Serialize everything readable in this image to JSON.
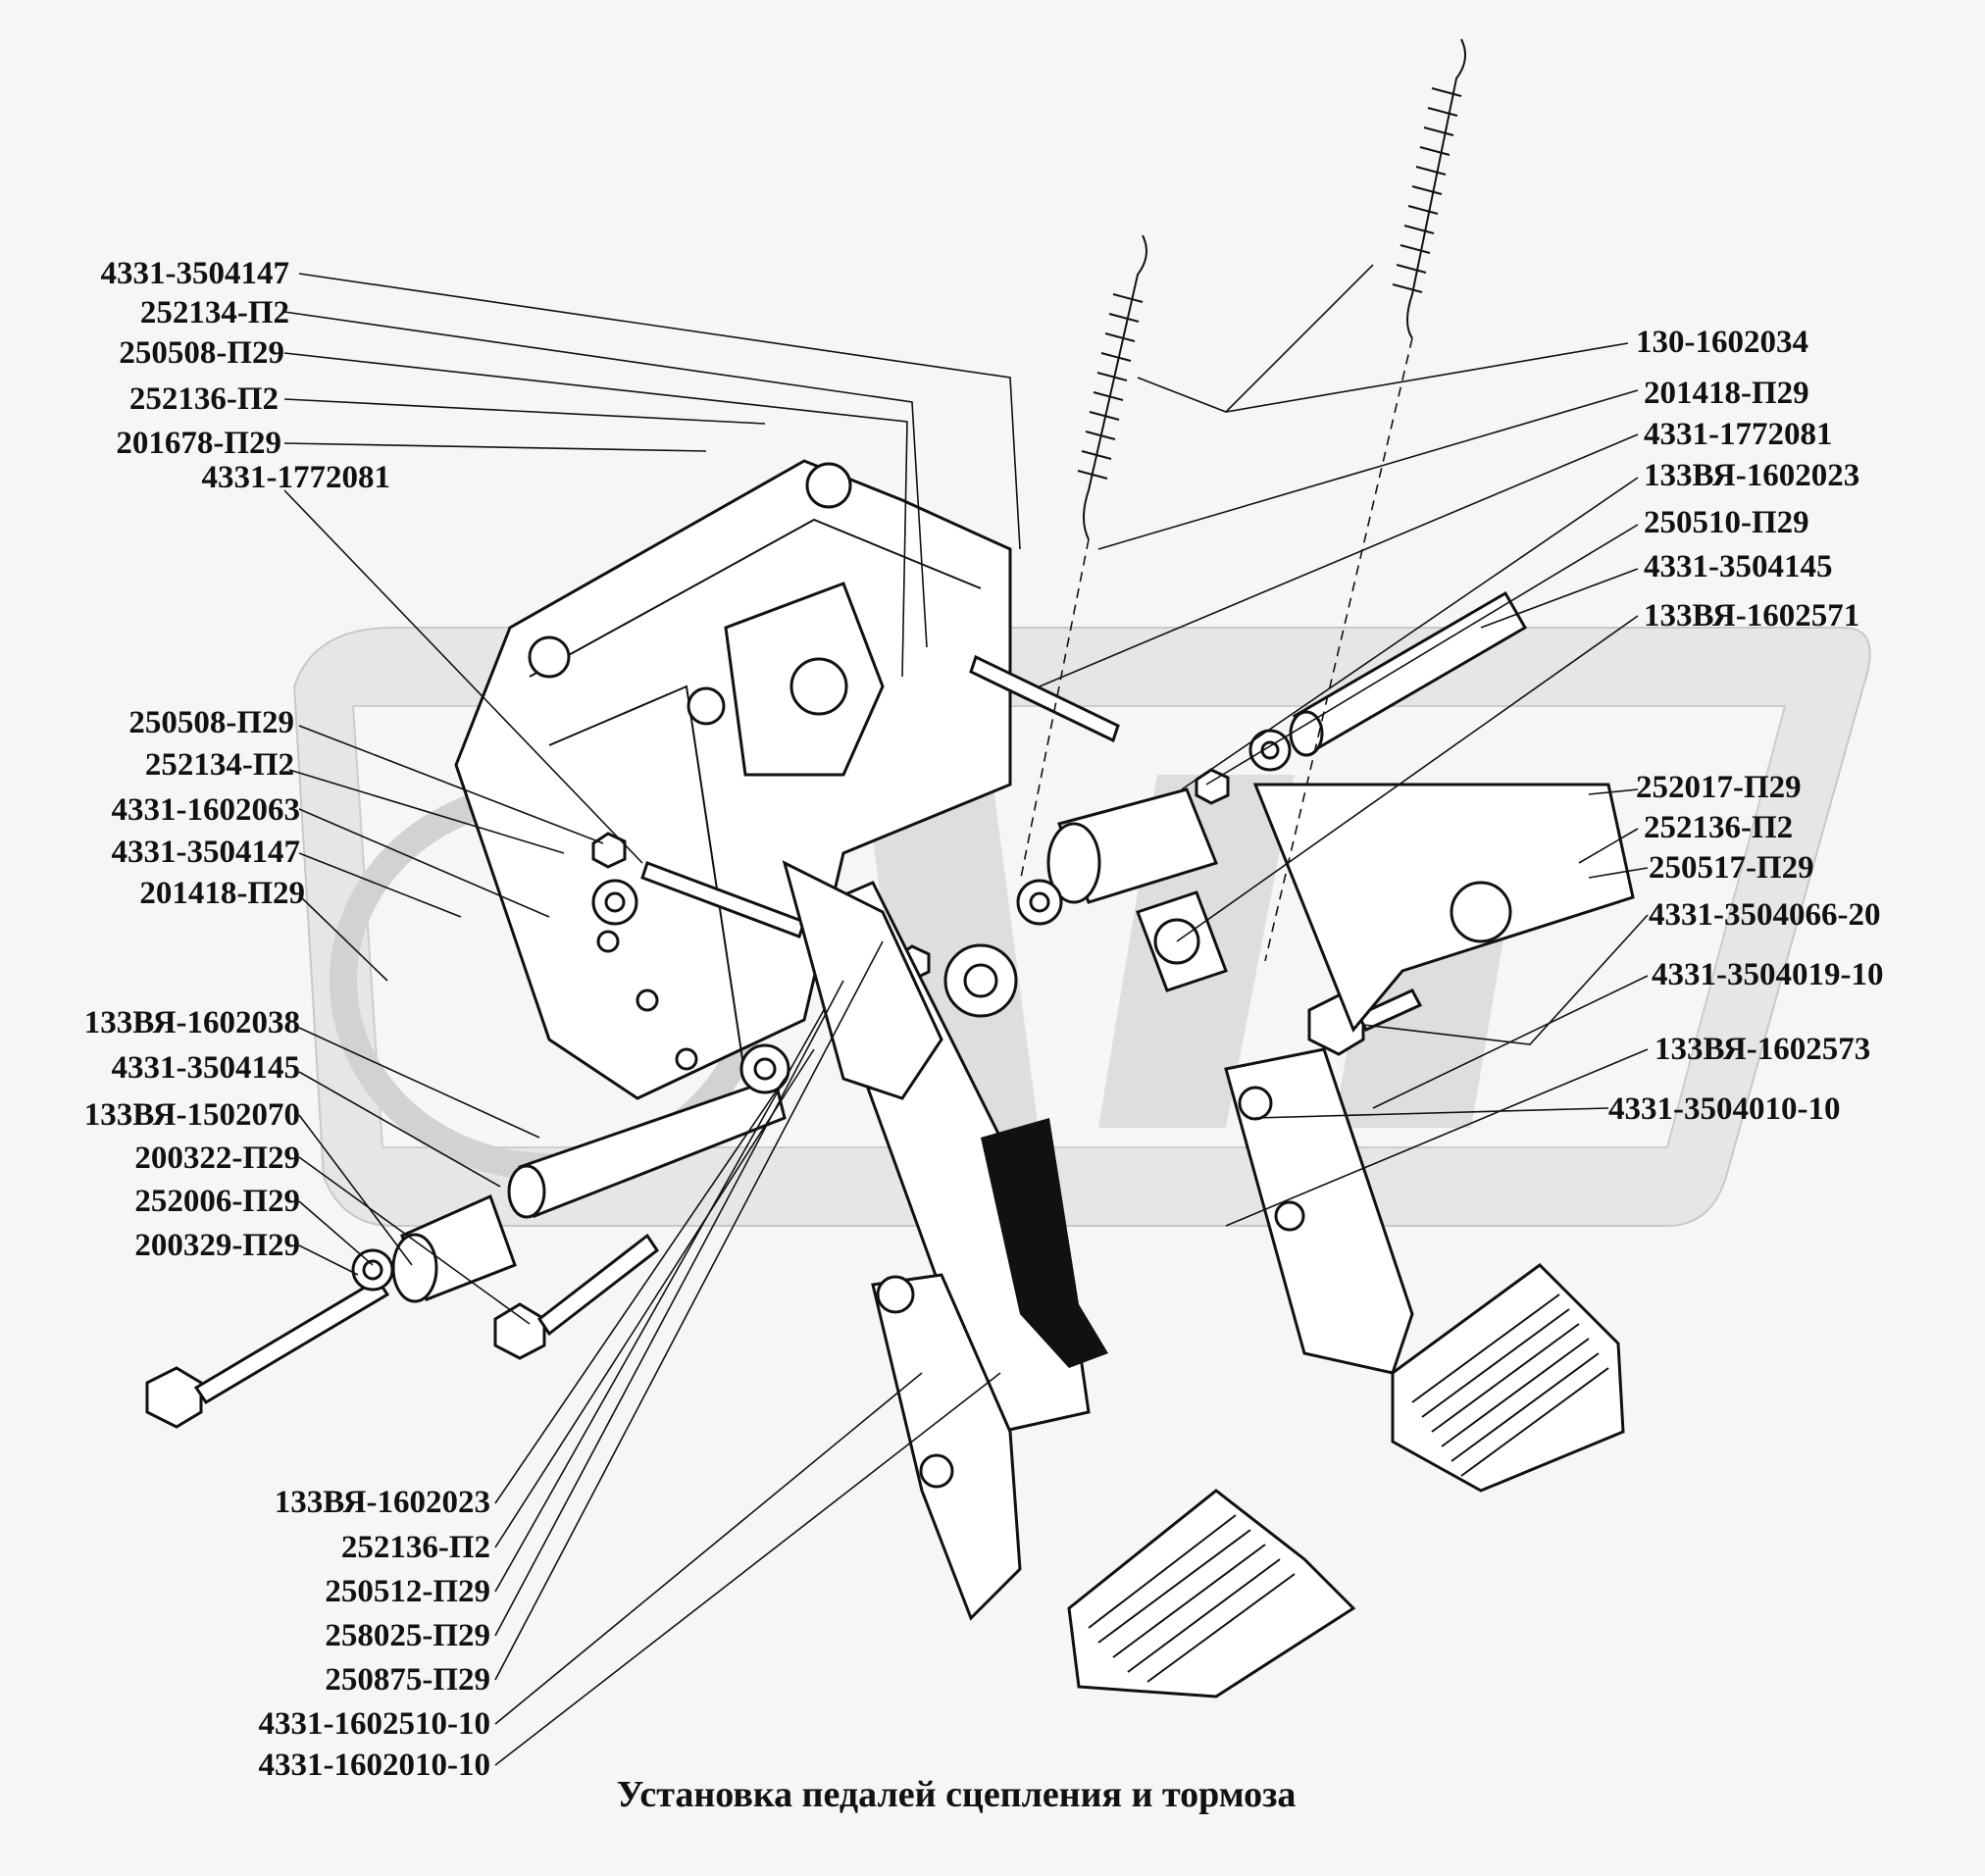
{
  "caption": "Установка педалей сцепления и  тормоза",
  "labels_left": [
    "4331-3504147",
    "252134-П2",
    "250508-П29",
    "252136-П2",
    "201678-П29",
    "4331-1772081",
    "250508-П29",
    "252134-П2",
    "4331-1602063",
    "4331-3504147",
    "201418-П29",
    "133ВЯ-1602038",
    "4331-3504145",
    "133ВЯ-1502070",
    "200322-П29",
    "252006-П29",
    "200329-П29"
  ],
  "labels_right": [
    "130-1602034",
    "201418-П29",
    "4331-1772081",
    "133ВЯ-1602023",
    "250510-П29",
    "4331-3504145",
    "133ВЯ-1602571",
    "252017-П29",
    "252136-П2",
    "250517-П29",
    "4331-3504066-20",
    "4331-3504019-10",
    "133ВЯ-1602573",
    "4331-3504010-10"
  ],
  "labels_bottom": [
    "133ВЯ-1602023",
    "252136-П2",
    "250512-П29",
    "258025-П29",
    "250875-П29",
    "4331-1602510-10",
    "4331-1602010-10"
  ],
  "icons": [
    "coil-spring",
    "bolt",
    "washer",
    "nut",
    "pedal-pad",
    "bracket"
  ]
}
